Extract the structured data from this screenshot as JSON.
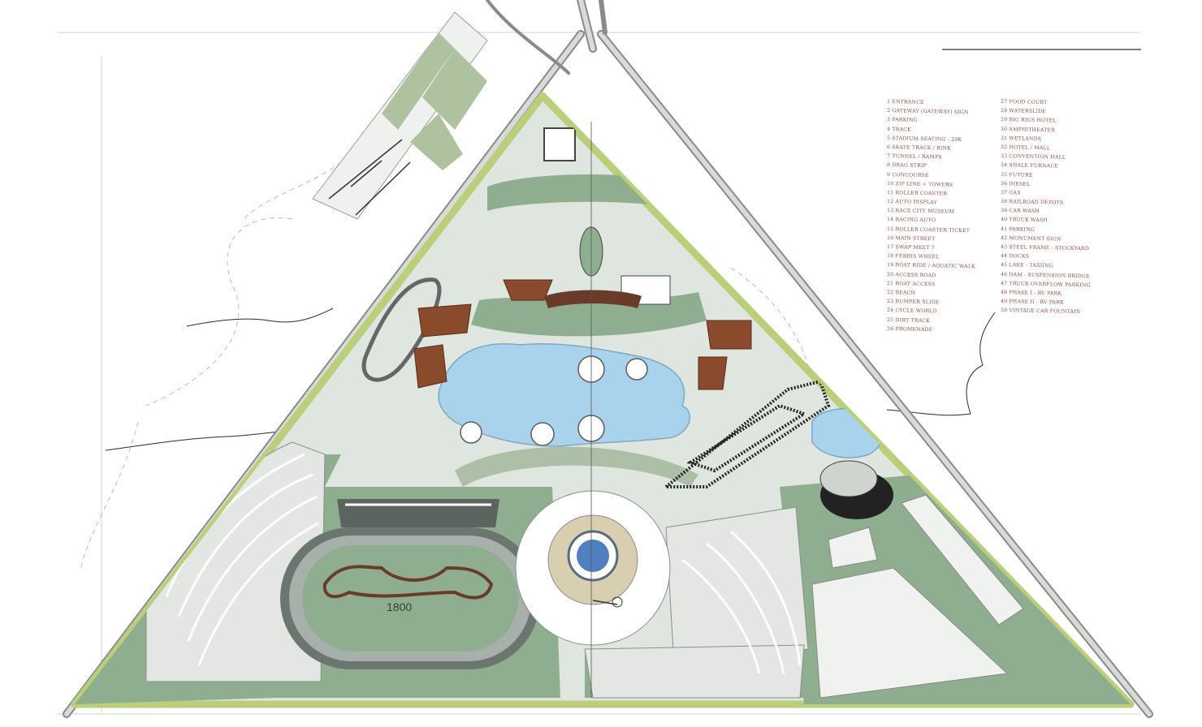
{
  "map": {
    "track_label": "1800",
    "colors": {
      "paper": "#ffffff",
      "site_fill": "#dfe6df",
      "lawn": "#8fae8f",
      "lawn_light": "#b8ccb3",
      "boundary": "#b9cf7a",
      "road": "#8a8a8a",
      "water": "#a9d3ec",
      "water_edge": "#7fa8c2",
      "roof_brown": "#8a4a2c",
      "parking": "#e4e6e4",
      "track_dark": "#4a4d4c",
      "legend_ink": "#7a2e2a"
    }
  },
  "legend": {
    "left": [
      "1  ENTRANCE",
      "2  GATEWAY (GATEWAY) SIGN",
      "3  PARKING",
      "4  TRACK",
      "5  STADIUM SEATING - 20K",
      "6  SKATE TRACK / RINK",
      "7  TUNNEL / RAMPS",
      "8  DRAG STRIP",
      "9  CONCOURSE",
      "10 ZIP LINE + TOWERS",
      "11 ROLLER COASTER",
      "12 AUTO DISPLAY",
      "13 RACE CITY MUSEUM",
      "14 RACING AUTO",
      "15 ROLLER COASTER TICKET",
      "16 MAIN STREET",
      "17 SWAP MEET ?",
      "18 FERRIS WHEEL",
      "19 BOAT RIDE / AQUATIC WALK",
      "20 ACCESS ROAD",
      "21 BOAT ACCESS",
      "22 BEACH",
      "23 BUMPER SLIDE",
      "24 CYCLE WORLD",
      "25 DIRT TRACK",
      "26 PROMENADE"
    ],
    "right": [
      "27 FOOD COURT",
      "28 WATERSLIDE",
      "29 BIG RIGS HOTEL",
      "30 AMPHITHEATER",
      "31 WETLANDS",
      "32 HOTEL / MALL",
      "33 CONVENTION HALL",
      "34 SHALE FURNACE",
      "35 FUTURE",
      "36 DIESEL",
      "37 GAS",
      "38 RAILROAD DEPOTS",
      "39 CAR WASH",
      "40 TRUCK WASH",
      "41 PARKING",
      "42 MONUMENT SIGN",
      "43 STEEL FRAME - STOCKYARD",
      "44 DOCKS",
      "45 LAKE - TAXIING",
      "46 DAM - SUSPENSION BRIDGE",
      "47 TRUCK OVERFLOW PARKING",
      "48 PHASE I - RV PARK",
      "49 PHASE II - RV PARK",
      "50 VINTAGE CAR FOUNTAIN"
    ]
  }
}
